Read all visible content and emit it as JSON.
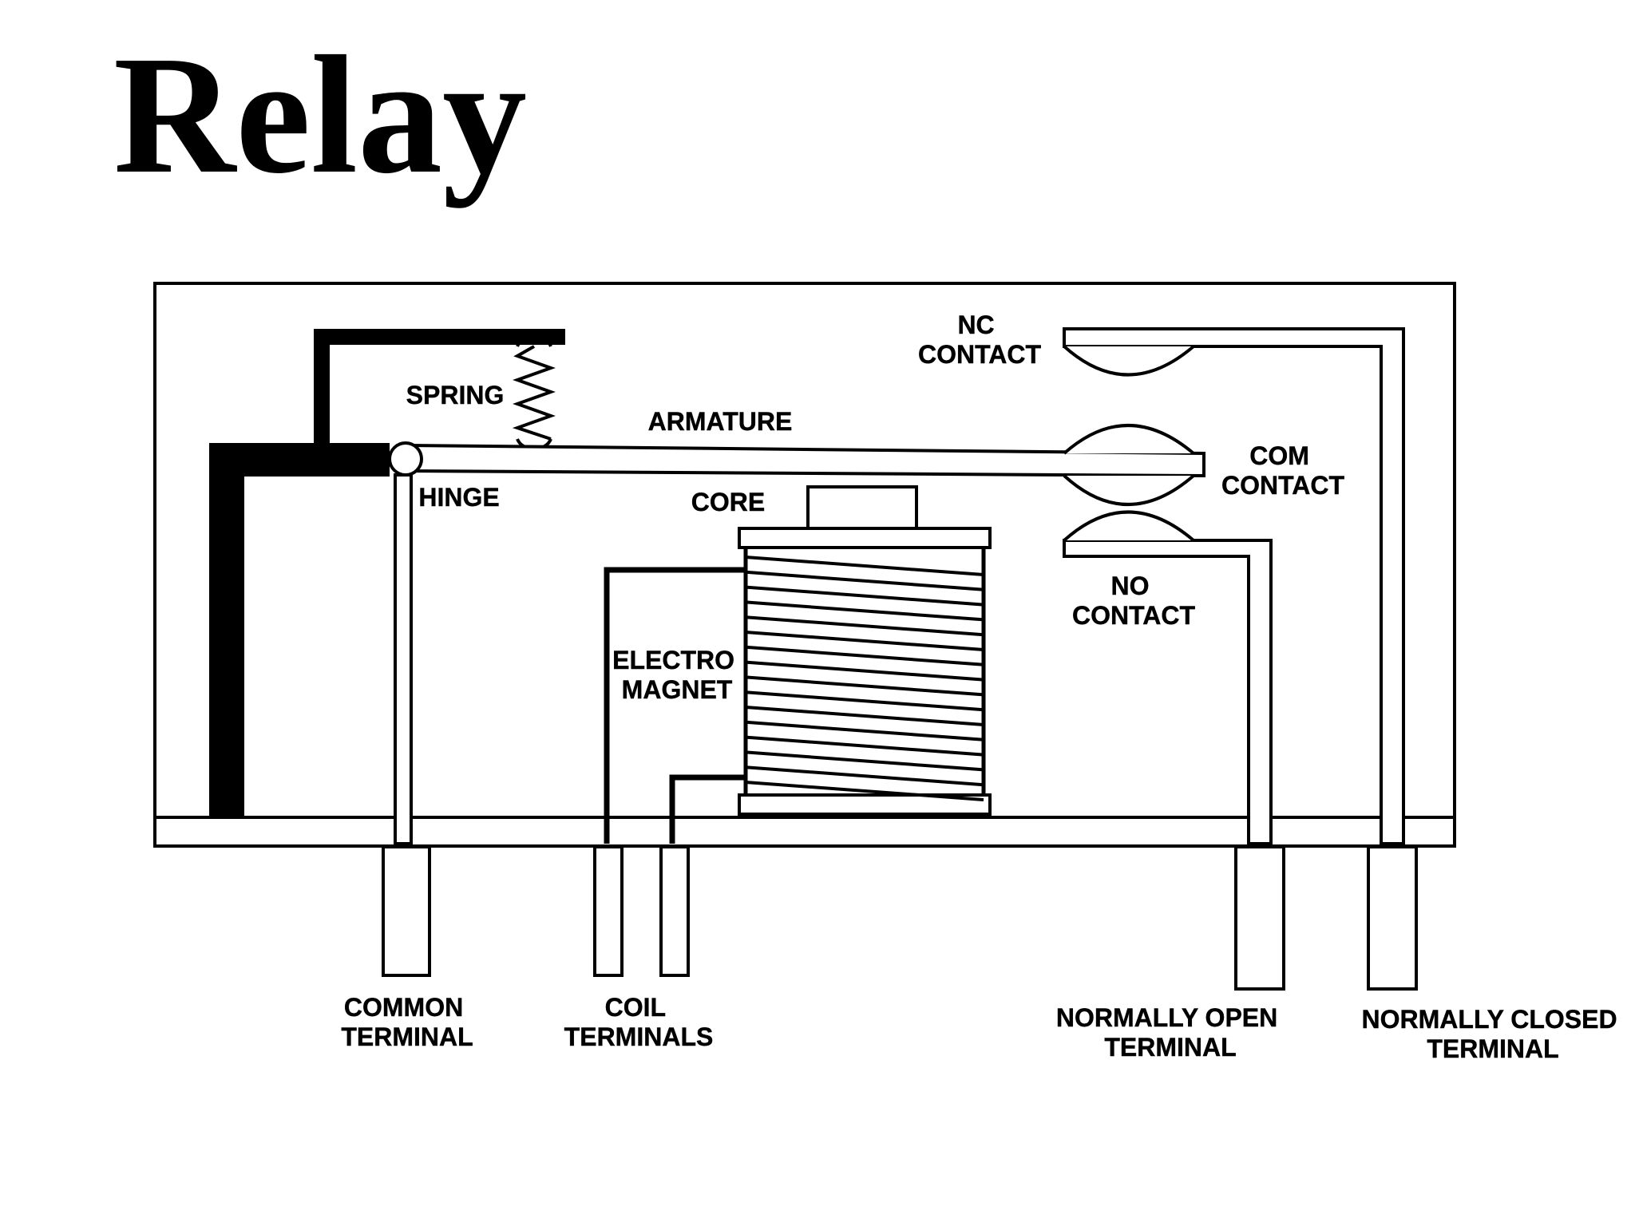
{
  "title": "Relay",
  "labels": {
    "spring": "SPRING",
    "armature": "ARMATURE",
    "hinge": "HINGE",
    "core": "CORE",
    "electro_magnet": [
      "ELECTRO",
      "MAGNET"
    ],
    "nc_contact": [
      "NC",
      "CONTACT"
    ],
    "com_contact": [
      "COM",
      "CONTACT"
    ],
    "no_contact": [
      "NO",
      "CONTACT"
    ],
    "common_terminal": [
      "COMMON",
      "TERMINAL"
    ],
    "coil_terminals": [
      "COIL",
      "TERMINALS"
    ],
    "normally_open_terminal": [
      "NORMALLY OPEN",
      "TERMINAL"
    ],
    "normally_closed_terminal": [
      "NORMALLY CLOSED",
      "TERMINAL"
    ]
  }
}
